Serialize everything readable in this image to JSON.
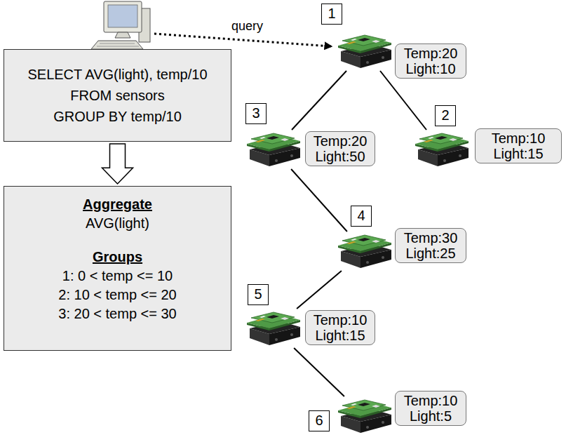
{
  "diagram": {
    "nodes": [
      {
        "text": [
          "SELECT AVG(light), temp/10",
          "FROM sensors",
          "GROUP BY temp/10"
        ]
      },
      {
        "text": [
          "Aggregate",
          "AVG(light)",
          "Groups",
          "1: 0 < temp <= 10",
          "2: 10 < temp <= 20",
          "3: 20 < temp <= 30"
        ]
      },
      {
        "text": [
          "1",
          "Temp:20 Light:10"
        ]
      },
      {
        "text": [
          "2",
          "Temp:10 Light:15"
        ]
      },
      {
        "text": [
          "3",
          "Temp:20 Light:50"
        ]
      },
      {
        "text": [
          "4",
          "Temp:30 Light:25"
        ]
      },
      {
        "text": [
          "5",
          "Temp:10 Light:15"
        ]
      },
      {
        "text": [
          "6",
          "Temp:10 Light:5"
        ]
      }
    ],
    "edges": [
      {
        "from": 0,
        "to": 1,
        "arrow": "to"
      },
      {
        "from": 2,
        "to": 4,
        "arrow": "none"
      },
      {
        "from": 2,
        "to": 3,
        "arrow": "none"
      },
      {
        "from": 4,
        "to": 5,
        "arrow": "none"
      },
      {
        "from": 5,
        "to": 6,
        "arrow": "none"
      },
      {
        "from": 6,
        "to": 7,
        "arrow": "none"
      }
    ],
    "labels": [
      "query"
    ]
  }
}
